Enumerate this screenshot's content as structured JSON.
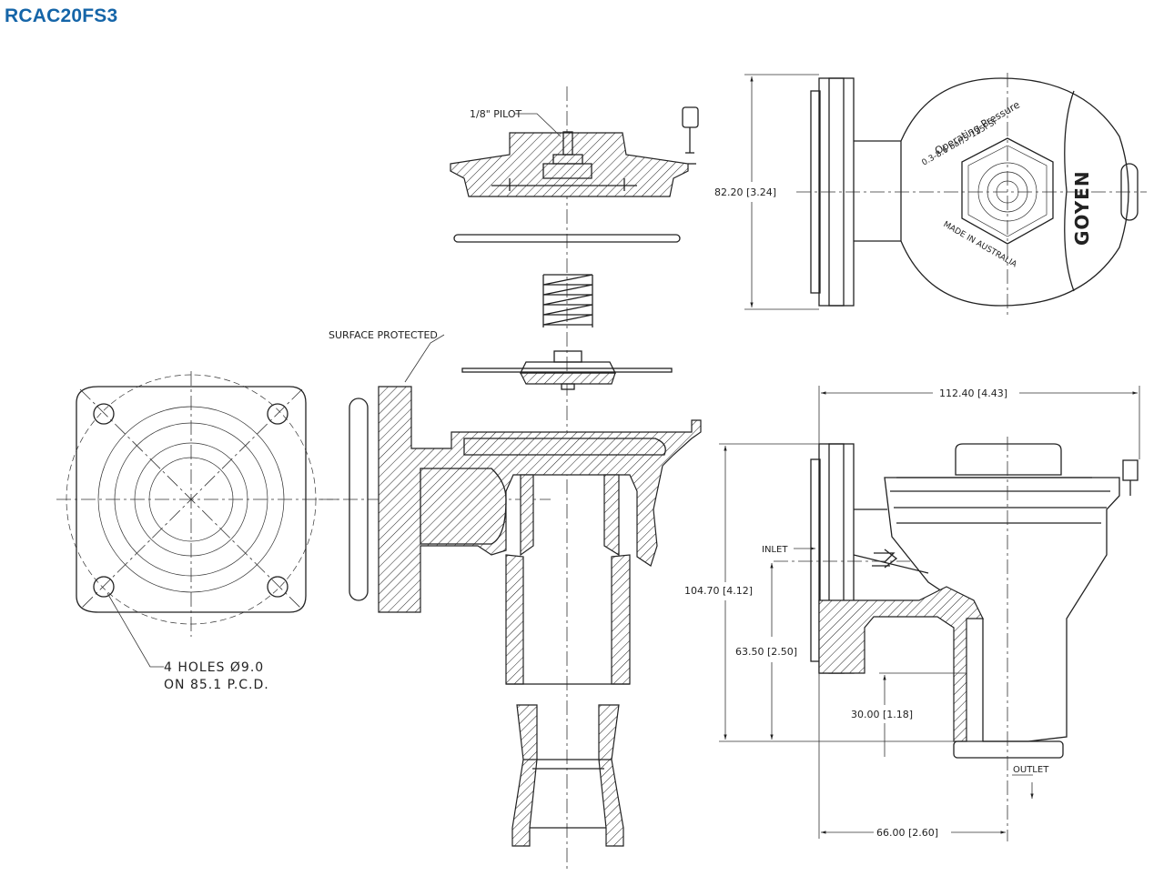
{
  "title": "RCAC20FS3",
  "labels": {
    "pilot": "1/8\" PILOT",
    "surface": "SURFACE PROTECTED",
    "holes_line1": "4 HOLES Ø9.0",
    "holes_line2": "ON 85.1 P.C.D.",
    "inlet": "INLET",
    "outlet": "OUTLET",
    "dim_height_top": "82.20 [3.24]",
    "dim_width": "112.40 [4.43]",
    "dim_height": "104.70 [4.12]",
    "dim_inlet_height": "63.50 [2.50]",
    "dim_outlet_height": "30.00 [1.18]",
    "dim_outlet_offset": "66.00 [2.60]",
    "nameplate_pressure": "Operating Pressure",
    "nameplate_range": "0.3-8.6 bar/5-125PSI",
    "nameplate_made": "MADE IN AUSTRALIA",
    "nameplate_brand": "GOYEN"
  }
}
